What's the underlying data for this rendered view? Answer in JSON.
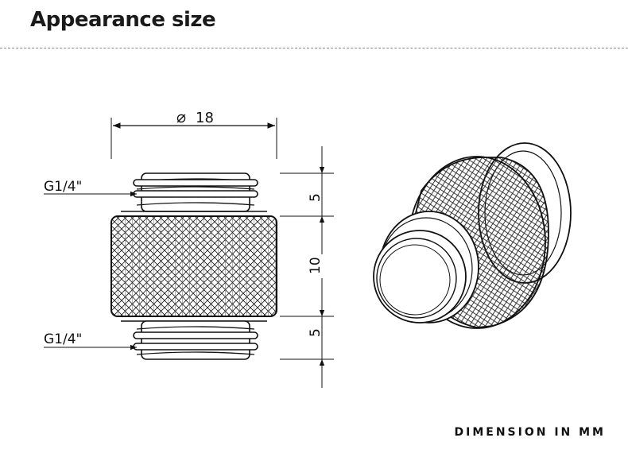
{
  "title": "Appearance size",
  "dimensions": {
    "diameter_symbol": "⌀",
    "diameter_value": "18",
    "thread_top": "G1/4\"",
    "thread_bottom": "G1/4\"",
    "height_top": "5",
    "height_middle": "10",
    "height_bottom": "5"
  },
  "footer": "DIMENSION IN MM",
  "colors": {
    "line": "#111111",
    "divider": "#8a8a8a"
  }
}
